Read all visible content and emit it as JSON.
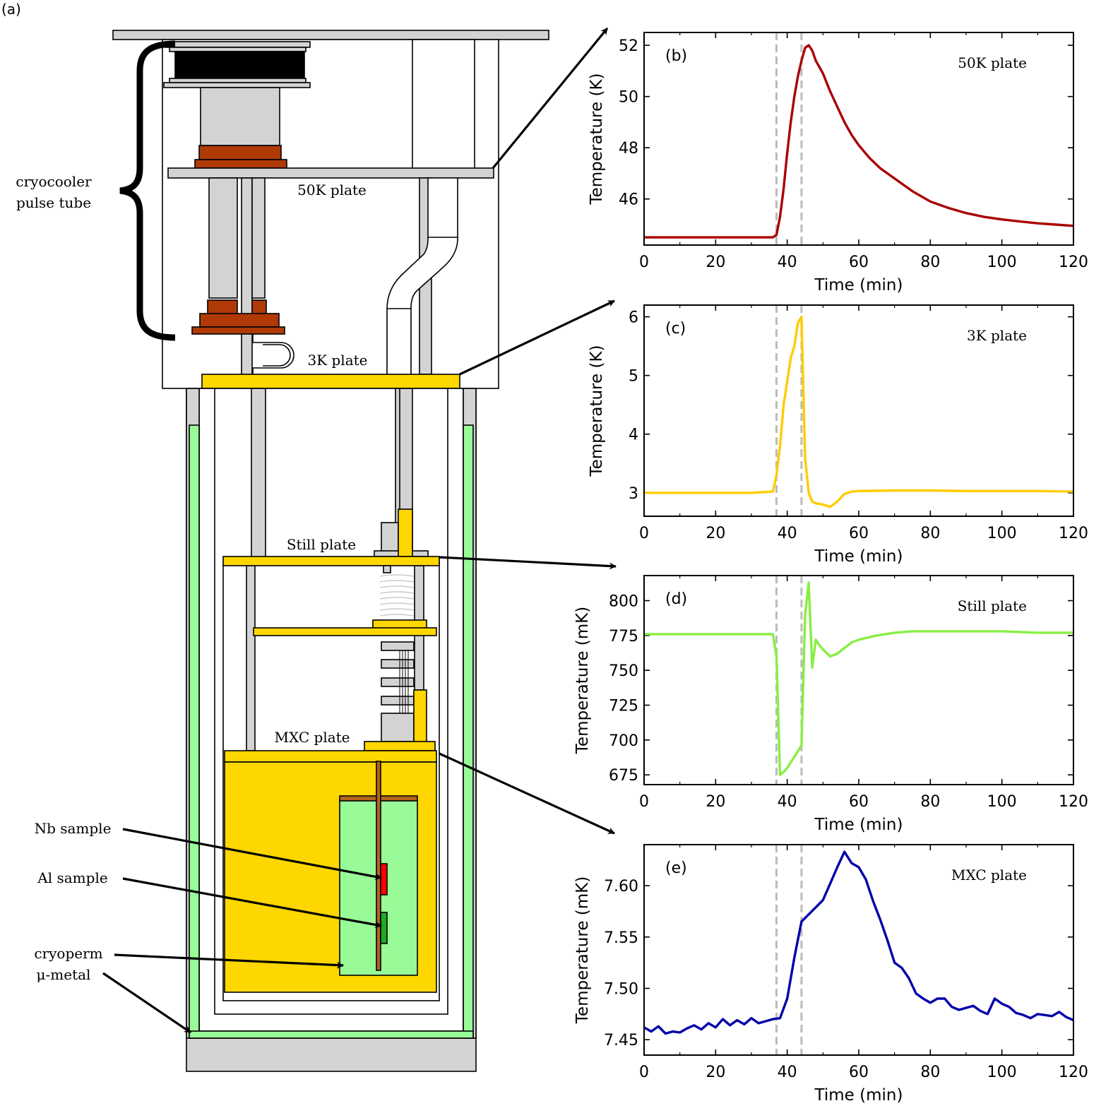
{
  "panel_labels": {
    "a": "(a)",
    "b": "(b)",
    "c": "(c)",
    "d": "(d)",
    "e": "(e)"
  },
  "diagram_labels": {
    "cryocooler_line1": "cryocooler",
    "cryocooler_line2": "pulse tube",
    "plate_50k": "50K plate",
    "plate_3k": "3K plate",
    "plate_still": "Still plate",
    "plate_mxc": "MXC plate",
    "nb_sample": "Nb sample",
    "al_sample": "Al sample",
    "cryoperm_line1": "cryoperm",
    "cryoperm_line2": "μ-metal"
  },
  "colors": {
    "plate_gold": "#ffd700",
    "steel_gray": "#d3d3d3",
    "copper": "#b03a06",
    "shield_green": "#98fb98",
    "nb_red": "#ff0000",
    "al_green": "#22aa22",
    "rod_brown": "#b5651d",
    "marker_gray": "#bbbbbb"
  },
  "chart_data": [
    {
      "type": "line",
      "panel": "(b)",
      "annotation": "50K plate",
      "xlabel": "Time (min)",
      "ylabel": "Temperature (K)",
      "xlim": [
        0,
        120
      ],
      "ylim": [
        44.2,
        52.5
      ],
      "xticks": [
        0,
        20,
        40,
        60,
        80,
        100,
        120
      ],
      "yticks": [
        46,
        48,
        50,
        52
      ],
      "vlines": [
        37,
        44
      ],
      "color": "#aa0000",
      "series": [
        {
          "x": [
            0,
            10,
            20,
            30,
            36,
            37,
            38,
            39,
            40,
            41,
            42,
            43,
            44,
            45,
            46,
            47,
            48,
            50,
            52,
            54,
            56,
            58,
            60,
            63,
            66,
            70,
            75,
            80,
            85,
            90,
            95,
            100,
            105,
            110,
            115,
            120
          ],
          "y": [
            44.5,
            44.5,
            44.5,
            44.5,
            44.5,
            44.6,
            45.3,
            46.4,
            47.8,
            49.0,
            50.0,
            50.8,
            51.4,
            51.9,
            52.0,
            51.8,
            51.4,
            50.9,
            50.2,
            49.6,
            49.0,
            48.5,
            48.1,
            47.6,
            47.2,
            46.8,
            46.3,
            45.9,
            45.65,
            45.45,
            45.3,
            45.2,
            45.12,
            45.05,
            45.0,
            44.95
          ]
        }
      ]
    },
    {
      "type": "line",
      "panel": "(c)",
      "annotation": "3K plate",
      "xlabel": "Time (min)",
      "ylabel": "Temperature (K)",
      "xlim": [
        0,
        120
      ],
      "ylim": [
        2.6,
        6.2
      ],
      "xticks": [
        0,
        20,
        40,
        60,
        80,
        100,
        120
      ],
      "yticks": [
        3,
        4,
        5,
        6
      ],
      "vlines": [
        37,
        44
      ],
      "color": "#ffcc00",
      "series": [
        {
          "x": [
            0,
            10,
            20,
            30,
            36,
            37,
            38,
            39,
            40,
            41,
            42,
            43,
            44,
            45,
            46,
            47,
            48,
            50,
            52,
            54,
            56,
            58,
            60,
            70,
            80,
            90,
            100,
            110,
            120
          ],
          "y": [
            3.0,
            3.0,
            3.0,
            3.0,
            3.02,
            3.3,
            3.8,
            4.5,
            4.9,
            5.3,
            5.5,
            5.9,
            6.0,
            3.6,
            3.0,
            2.85,
            2.82,
            2.8,
            2.76,
            2.85,
            2.98,
            3.02,
            3.03,
            3.04,
            3.04,
            3.03,
            3.03,
            3.03,
            3.02
          ]
        }
      ]
    },
    {
      "type": "line",
      "panel": "(d)",
      "annotation": "Still plate",
      "xlabel": "Time (min)",
      "ylabel": "Temperature (mK)",
      "xlim": [
        0,
        120
      ],
      "ylim": [
        668,
        818
      ],
      "xticks": [
        0,
        20,
        40,
        60,
        80,
        100,
        120
      ],
      "yticks": [
        675,
        700,
        725,
        750,
        775,
        800
      ],
      "vlines": [
        37,
        44
      ],
      "color": "#88ee44",
      "series": [
        {
          "x": [
            0,
            10,
            20,
            30,
            36,
            37,
            38,
            39,
            40,
            41,
            42,
            43,
            44,
            45,
            46,
            47,
            48,
            49,
            50,
            52,
            54,
            56,
            58,
            60,
            65,
            70,
            75,
            80,
            90,
            100,
            110,
            120
          ],
          "y": [
            776,
            776,
            776,
            776,
            776,
            760,
            675,
            677,
            680,
            684,
            688,
            692,
            696,
            790,
            813,
            752,
            772,
            768,
            765,
            760,
            762,
            766,
            770,
            772,
            775,
            777,
            778,
            778,
            778,
            778,
            777,
            777
          ]
        }
      ]
    },
    {
      "type": "line",
      "panel": "(e)",
      "annotation": "MXC plate",
      "xlabel": "Time (min)",
      "ylabel": "Temperature (mK)",
      "xlim": [
        0,
        120
      ],
      "ylim": [
        7.435,
        7.64
      ],
      "xticks": [
        0,
        20,
        40,
        60,
        80,
        100,
        120
      ],
      "yticks": [
        7.45,
        7.5,
        7.55,
        7.6
      ],
      "yticklabels": [
        "7.45",
        "7.50",
        "7.55",
        "7.60"
      ],
      "vlines": [
        37,
        44
      ],
      "color": "#0000aa",
      "series": [
        {
          "x": [
            0,
            2,
            4,
            6,
            8,
            10,
            12,
            14,
            16,
            18,
            20,
            22,
            24,
            26,
            28,
            30,
            32,
            34,
            36,
            38,
            40,
            42,
            44,
            46,
            48,
            50,
            52,
            54,
            56,
            58,
            60,
            62,
            64,
            66,
            68,
            70,
            72,
            74,
            76,
            78,
            80,
            82,
            84,
            86,
            88,
            90,
            92,
            94,
            96,
            98,
            100,
            102,
            104,
            106,
            108,
            110,
            112,
            114,
            116,
            118,
            120
          ],
          "y": [
            7.462,
            7.458,
            7.463,
            7.456,
            7.458,
            7.457,
            7.461,
            7.464,
            7.46,
            7.466,
            7.462,
            7.47,
            7.464,
            7.469,
            7.465,
            7.471,
            7.466,
            7.468,
            7.47,
            7.471,
            7.49,
            7.53,
            7.565,
            7.572,
            7.579,
            7.586,
            7.602,
            7.618,
            7.633,
            7.622,
            7.618,
            7.606,
            7.585,
            7.567,
            7.547,
            7.525,
            7.52,
            7.51,
            7.495,
            7.49,
            7.486,
            7.49,
            7.49,
            7.482,
            7.479,
            7.481,
            7.483,
            7.478,
            7.475,
            7.49,
            7.485,
            7.482,
            7.476,
            7.474,
            7.471,
            7.475,
            7.474,
            7.473,
            7.477,
            7.472,
            7.469
          ]
        }
      ]
    }
  ]
}
